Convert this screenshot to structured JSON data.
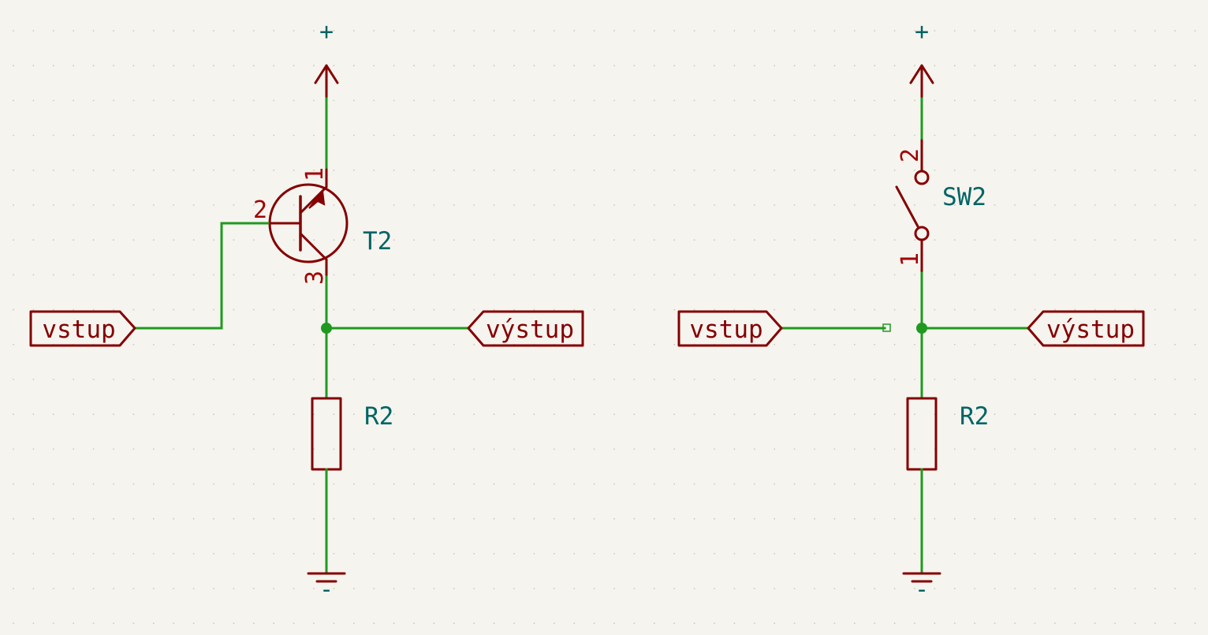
{
  "left_circuit": {
    "power_symbol": "+",
    "transistor_ref": "T2",
    "pin_collector": "1",
    "pin_base": "2",
    "pin_emitter": "3",
    "resistor_ref": "R2",
    "input_label": "vstup",
    "output_label": "výstup",
    "ground_symbol": "-"
  },
  "right_circuit": {
    "power_symbol": "+",
    "switch_ref": "SW2",
    "switch_pin_top": "2",
    "switch_pin_bottom": "1",
    "resistor_ref": "R2",
    "input_label": "vstup",
    "output_label": "výstup",
    "ground_symbol": "-"
  },
  "colors": {
    "background": "#f5f4ef",
    "wire": "#1f9a1f",
    "component": "#840000",
    "reference": "#006464"
  }
}
